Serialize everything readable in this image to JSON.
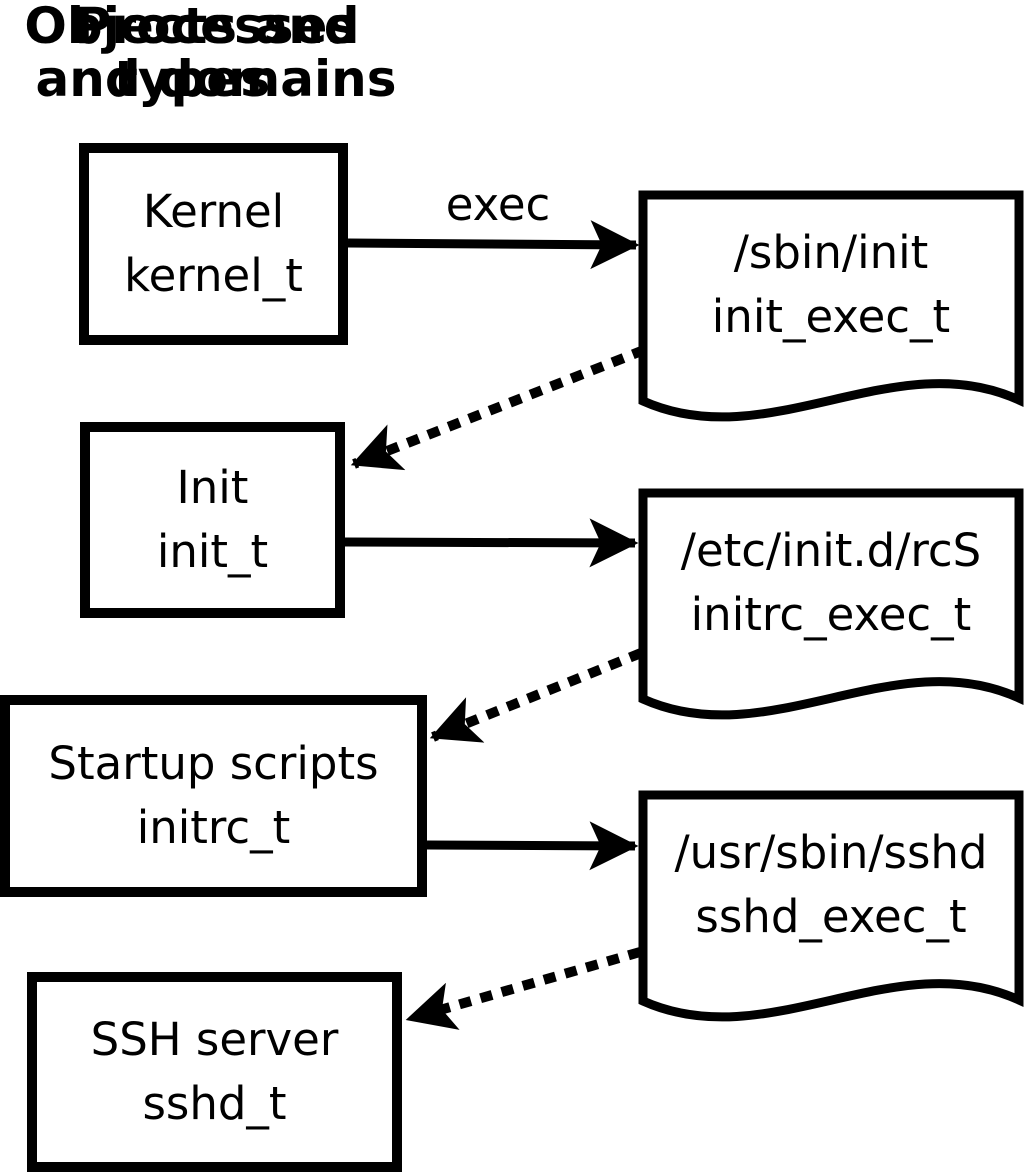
{
  "columns": {
    "left_header_line1": "Processes",
    "left_header_line2": "and domains",
    "right_header_line1": "Objects and",
    "right_header_line2": "types"
  },
  "processes": [
    {
      "name": "Kernel",
      "type": "kernel_t"
    },
    {
      "name": "Init",
      "type": "init_t"
    },
    {
      "name": "Startup scripts",
      "type": "initrc_t"
    },
    {
      "name": "SSH server",
      "type": "sshd_t"
    }
  ],
  "objects": [
    {
      "path": "/sbin/init",
      "type": "init_exec_t"
    },
    {
      "path": "/etc/init.d/rcS",
      "type": "initrc_exec_t"
    },
    {
      "path": "/usr/sbin/sshd",
      "type": "sshd_exec_t"
    }
  ],
  "edges": {
    "exec_label": "exec",
    "solid": [
      {
        "from": "kernel_t",
        "to": "init_exec_t",
        "label": "exec"
      },
      {
        "from": "init_t",
        "to": "initrc_exec_t",
        "label": ""
      },
      {
        "from": "initrc_t",
        "to": "sshd_exec_t",
        "label": ""
      }
    ],
    "dotted": [
      {
        "from": "init_exec_t",
        "to": "init_t"
      },
      {
        "from": "initrc_exec_t",
        "to": "initrc_t"
      },
      {
        "from": "sshd_exec_t",
        "to": "sshd_t"
      }
    ]
  },
  "colors": {
    "foreground": "#000000",
    "background": "#ffffff"
  }
}
